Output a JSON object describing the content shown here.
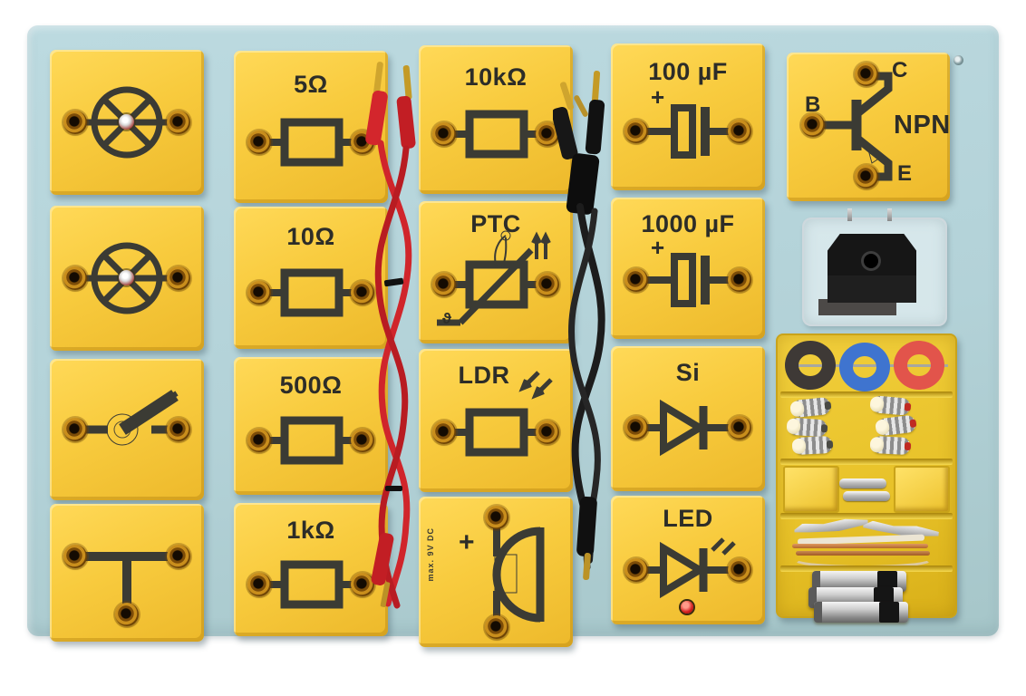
{
  "scene_title": "Electronics experiment kit board",
  "colors": {
    "background": "#ffffff",
    "board_blue": "#b3d2d8",
    "block_yellow": "#f8cb3e",
    "symbol_dark": "#3b3b34",
    "cable_red": "#d0252b",
    "cable_black": "#1a1a1a",
    "tray_yellow": "#e7c128",
    "toroid_black": "#3e3936",
    "toroid_blue": "#3f74cf",
    "toroid_red": "#e2544b"
  },
  "blocks": {
    "lamp1": {
      "type": "lamp-holder"
    },
    "lamp2": {
      "type": "lamp-holder"
    },
    "switch": {
      "type": "toggle-switch"
    },
    "junction": {
      "type": "t-junction"
    },
    "r5": {
      "label": "5Ω"
    },
    "r10": {
      "label": "10Ω"
    },
    "r500": {
      "label": "500Ω"
    },
    "r1k": {
      "label": "1kΩ"
    },
    "r10k": {
      "label": "10kΩ"
    },
    "ptc": {
      "label": "PTC",
      "theta": "ϑ"
    },
    "ldr": {
      "label": "LDR"
    },
    "speaker": {
      "plus": "+",
      "max_rating": "max. 9V DC"
    },
    "c100": {
      "label": "100 µF",
      "plus": "+"
    },
    "c1000": {
      "label": "1000 µF",
      "plus": "+"
    },
    "si": {
      "label": "Si"
    },
    "led": {
      "label": "LED"
    },
    "npn": {
      "label": "NPN",
      "pin_b": "B",
      "pin_c": "C",
      "pin_e": "E"
    }
  },
  "accessories": {
    "cables": [
      "red-banana-cables",
      "black-banana-cables"
    ],
    "clear_box": "lamp-socket-part",
    "tray_items": [
      "toroid-black",
      "toroid-blue",
      "toroid-red",
      "screw-bulbs",
      "fuse-holders",
      "fuses",
      "crocodile-clips",
      "copper-rods",
      "rubber-bands",
      "battery-cells"
    ]
  }
}
